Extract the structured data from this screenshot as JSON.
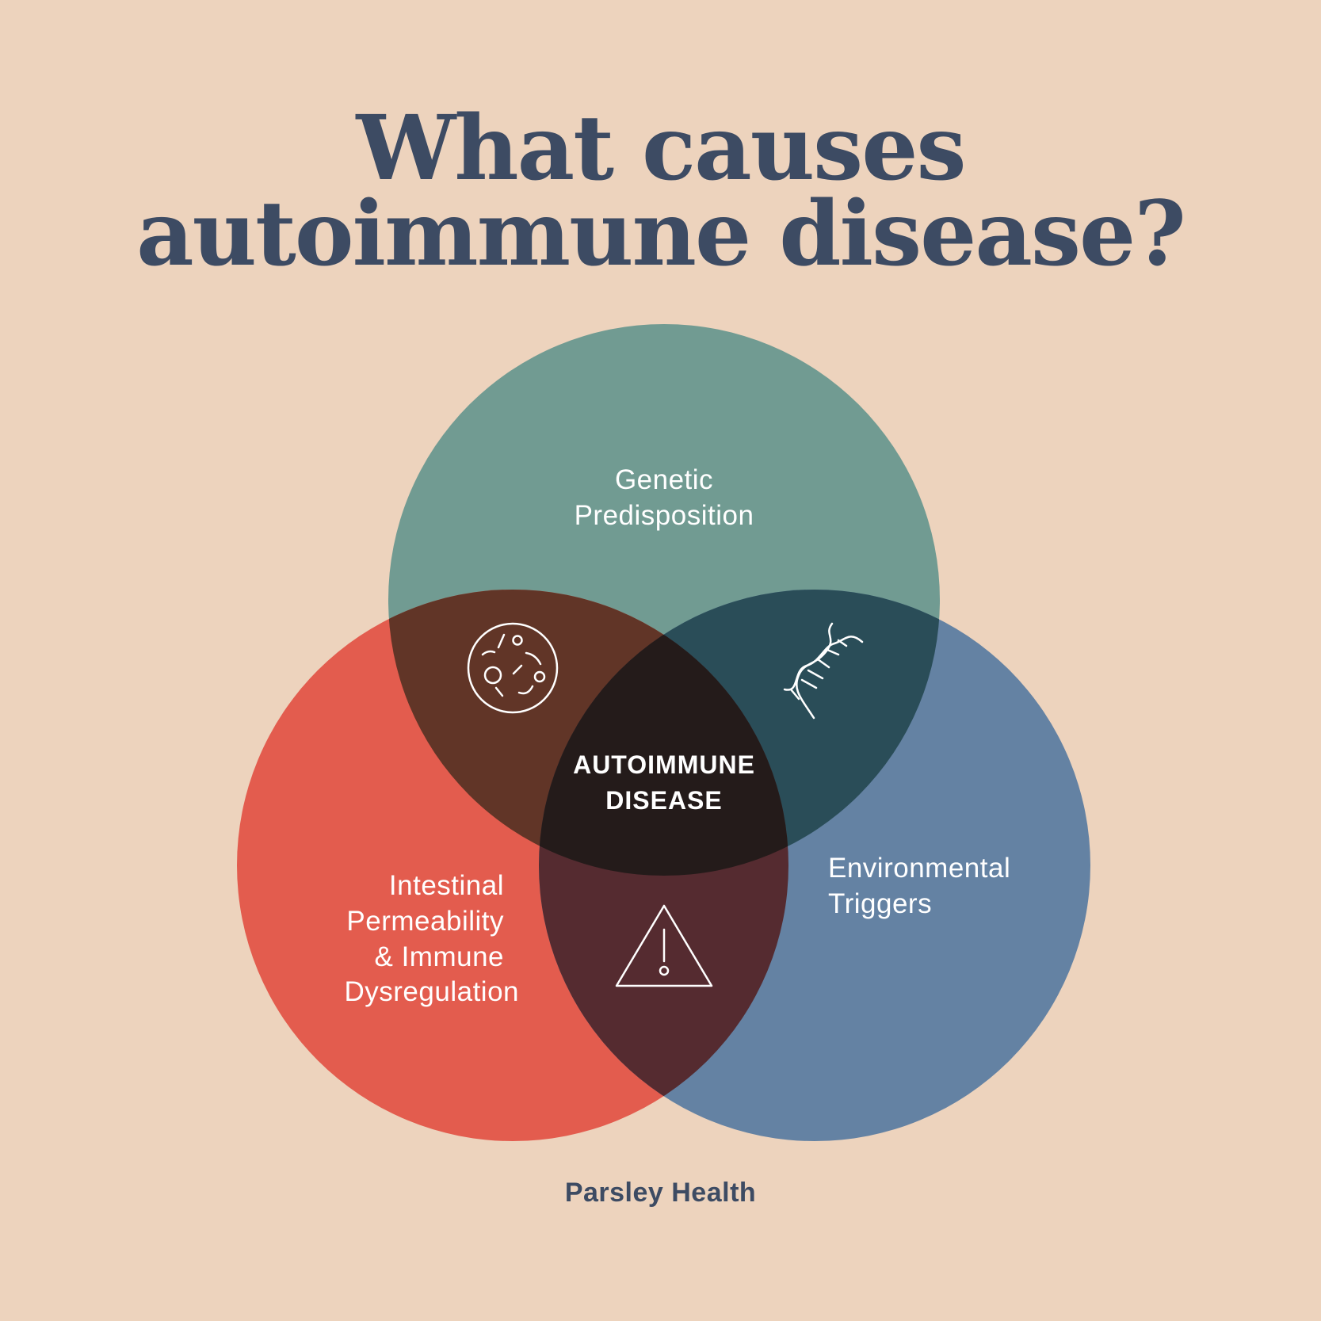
{
  "title": {
    "line1": "What causes",
    "line2": "autoimmune disease?"
  },
  "circles": {
    "genetic": {
      "line1": "Genetic",
      "line2": "Predisposition",
      "color": "#719B92"
    },
    "intestinal": {
      "line1": "Intestinal",
      "line2": "Permeability",
      "line3": "& Immune",
      "line4": "Dysregulation",
      "color": "#E35C4E"
    },
    "environmental": {
      "line1": "Environmental",
      "line2": "Triggers",
      "color": "#6482A3"
    }
  },
  "overlaps": {
    "genetic_intestinal": {
      "icon": "microbe-icon",
      "color": "#613527"
    },
    "genetic_environmental": {
      "icon": "dna-icon",
      "color": "#2A4D58"
    },
    "intestinal_environmental": {
      "icon": "warning-icon",
      "color": "#552B30"
    },
    "center": {
      "line1": "AUTOIMMUNE",
      "line2": "DISEASE",
      "color": "#241B1A"
    }
  },
  "colors": {
    "background": "#EDD3BD",
    "text_dark": "#3D4B63"
  },
  "brand": "Parsley Health"
}
